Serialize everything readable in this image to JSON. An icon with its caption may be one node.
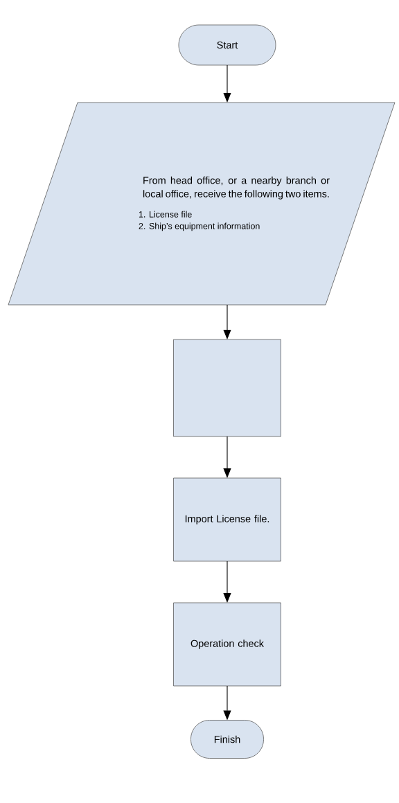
{
  "diagram": {
    "nodes": [
      {
        "text": [
          "Start"
        ]
      },
      {
        "text": [
          "From head office, or a nearby branch or local office, receive the following two items.",
          "1. License file",
          "2. Ship’s equipment information"
        ]
      },
      {
        "text": [],
        "shape": "box"
      },
      {
        "text": [
          "Import License file."
        ]
      },
      {
        "text": [
          "Operation check"
        ]
      },
      {
        "text": [
          "Finish"
        ]
      }
    ],
    "edges": [
      {
        "from": 0,
        "to": 1,
        "arrow": "to"
      },
      {
        "from": 1,
        "to": 2,
        "arrow": "to"
      },
      {
        "from": 2,
        "to": 3,
        "arrow": "to"
      },
      {
        "from": 3,
        "to": 4,
        "arrow": "to"
      },
      {
        "from": 4,
        "to": 5,
        "arrow": "to"
      }
    ]
  }
}
